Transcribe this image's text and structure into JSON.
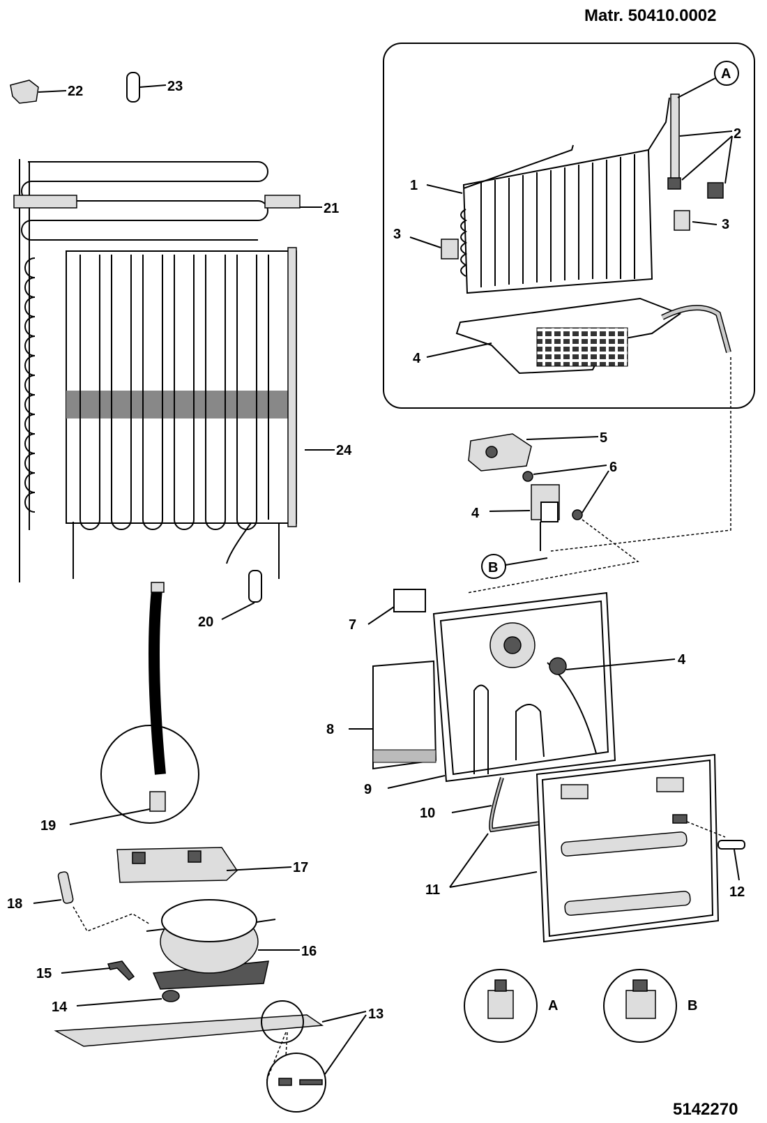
{
  "header": {
    "matr": "Matr. 50410.0002"
  },
  "footer": {
    "code": "5142270"
  },
  "callouts": {
    "c1": "1",
    "c2": "2",
    "c3a": "3",
    "c3b": "3",
    "c4a": "4",
    "c4b": "4",
    "c4c": "4",
    "c5": "5",
    "c6": "6",
    "c7": "7",
    "c8": "8",
    "c9": "9",
    "c10": "10",
    "c11": "11",
    "c12": "12",
    "c13": "13",
    "c14": "14",
    "c15": "15",
    "c16": "16",
    "c17": "17",
    "c18": "18",
    "c19": "19",
    "c20": "20",
    "c21": "21",
    "c22": "22",
    "c23": "23",
    "c24": "24"
  },
  "detail_markers": {
    "a": "A",
    "b": "B",
    "a_detail": "A",
    "b_detail": "B"
  }
}
